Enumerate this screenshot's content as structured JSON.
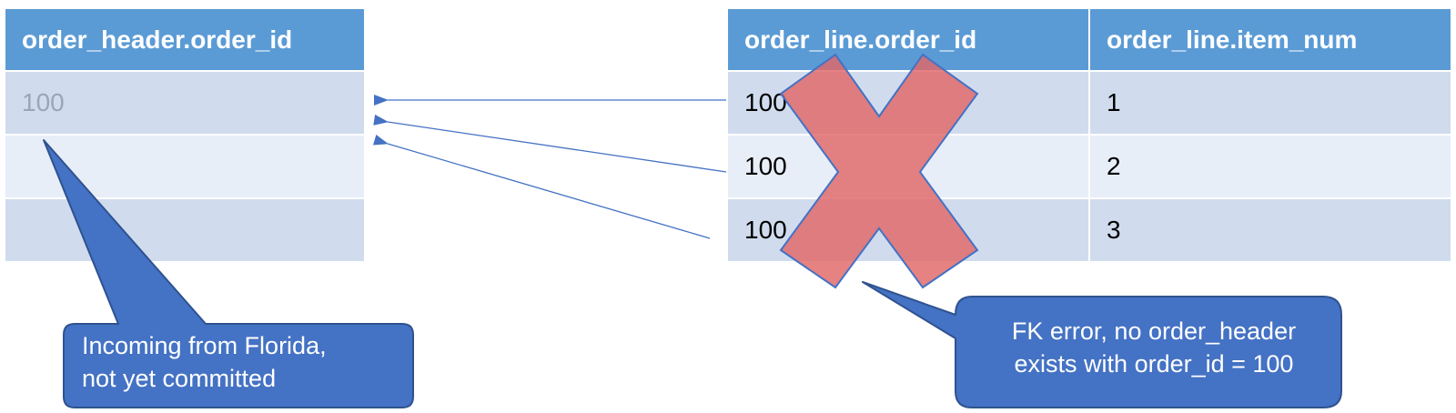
{
  "order_header_table": {
    "header": "order_header.order_id",
    "rows": [
      "100",
      "",
      ""
    ]
  },
  "order_line_table": {
    "headers": [
      "order_line.order_id",
      "order_line.item_num"
    ],
    "rows": [
      [
        "100",
        "1"
      ],
      [
        "100",
        "2"
      ],
      [
        "100",
        "3"
      ]
    ]
  },
  "callouts": {
    "incoming": {
      "lines": [
        "Incoming from Florida,",
        "not yet committed"
      ]
    },
    "fk_error": {
      "lines": [
        "FK error, no order_header",
        "exists with order_id = 100"
      ]
    }
  },
  "colors": {
    "header_fill": "#5b9bd5",
    "row_fill_a": "#d0dcee",
    "row_fill_b": "#e8eef8",
    "callout_fill": "#4472c4",
    "cross_fill": "#e06666",
    "arrow": "#4472c4"
  },
  "icons": {
    "reject_mark": "x-cross-icon"
  }
}
